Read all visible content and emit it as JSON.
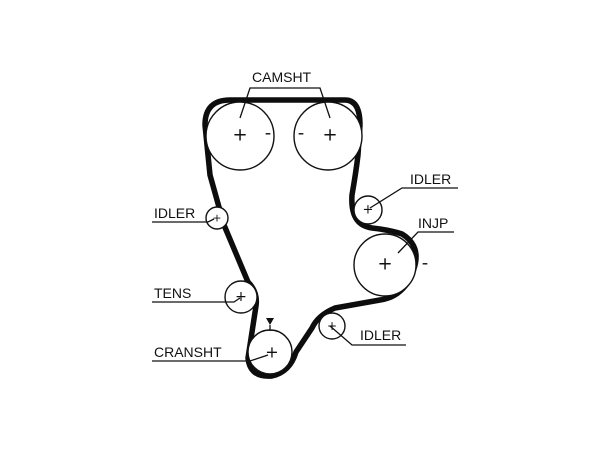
{
  "labels": {
    "camsht": "CAMSHT",
    "idler_top_right": "IDLER",
    "idler_left": "IDLER",
    "injp": "INJP",
    "tens": "TENS",
    "cransht": "CRANSHT",
    "idler_bottom": "IDLER"
  },
  "signs": {
    "plus": "+",
    "minus": "-"
  }
}
